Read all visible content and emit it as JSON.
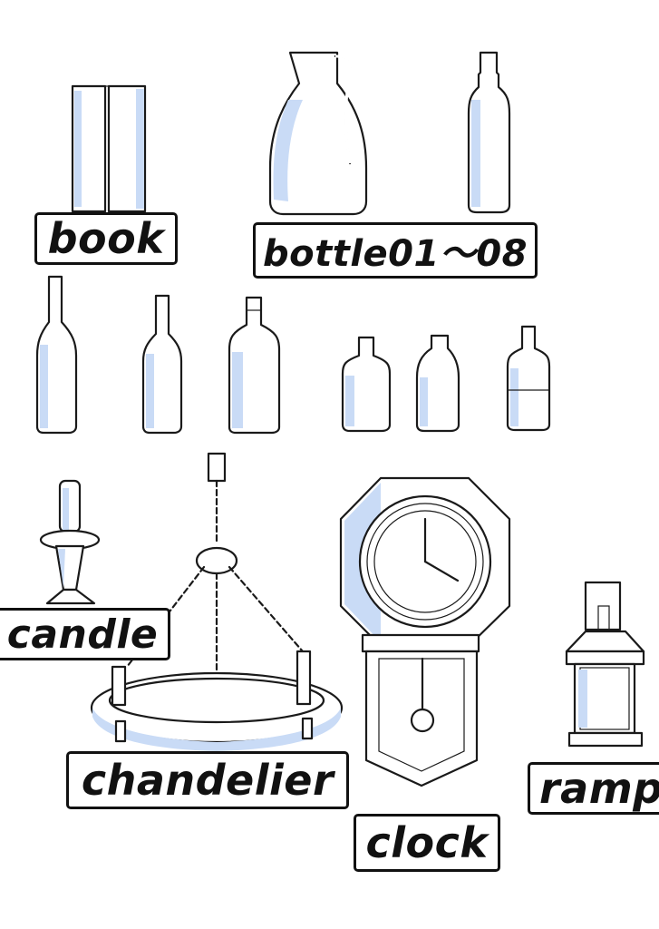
{
  "labels": {
    "book": "book",
    "bottle": "bottle01～08",
    "candle": "candle",
    "chandelier": "chandelier",
    "clock": "clock",
    "ramp": "ramp"
  },
  "colors": {
    "outline": "#1a1a1a",
    "shade": "#c9dbf6",
    "background": "#ffffff"
  }
}
